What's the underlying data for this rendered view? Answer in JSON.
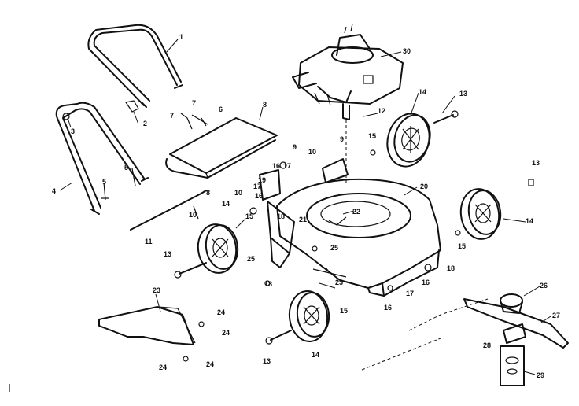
{
  "callouts": [
    {
      "id": "c1",
      "text": "1"
    },
    {
      "id": "c2",
      "text": "2"
    },
    {
      "id": "c3",
      "text": "3"
    },
    {
      "id": "c4",
      "text": "4"
    },
    {
      "id": "c5a",
      "text": "5"
    },
    {
      "id": "c5b",
      "text": "5"
    },
    {
      "id": "c6",
      "text": "6"
    },
    {
      "id": "c7a",
      "text": "7"
    },
    {
      "id": "c7b",
      "text": "7"
    },
    {
      "id": "c8a",
      "text": "8"
    },
    {
      "id": "c8b",
      "text": "8"
    },
    {
      "id": "c9a",
      "text": "9"
    },
    {
      "id": "c9b",
      "text": "9"
    },
    {
      "id": "c10a",
      "text": "10"
    },
    {
      "id": "c10b",
      "text": "10"
    },
    {
      "id": "c10c",
      "text": "10"
    },
    {
      "id": "c11",
      "text": "11"
    },
    {
      "id": "c12",
      "text": "12"
    },
    {
      "id": "c13a",
      "text": "13"
    },
    {
      "id": "c13b",
      "text": "13"
    },
    {
      "id": "c13c",
      "text": "13"
    },
    {
      "id": "c13d",
      "text": "13"
    },
    {
      "id": "c14a",
      "text": "14"
    },
    {
      "id": "c14b",
      "text": "14"
    },
    {
      "id": "c14c",
      "text": "14"
    },
    {
      "id": "c14d",
      "text": "14"
    },
    {
      "id": "c15a",
      "text": "15"
    },
    {
      "id": "c15b",
      "text": "15"
    },
    {
      "id": "c15c",
      "text": "15"
    },
    {
      "id": "c15d",
      "text": "15"
    },
    {
      "id": "c16a",
      "text": "16"
    },
    {
      "id": "c16b",
      "text": "16"
    },
    {
      "id": "c16c",
      "text": "16"
    },
    {
      "id": "c16d",
      "text": "16"
    },
    {
      "id": "c17a",
      "text": "17"
    },
    {
      "id": "c17b",
      "text": "17"
    },
    {
      "id": "c17c",
      "text": "17"
    },
    {
      "id": "c18a",
      "text": "18"
    },
    {
      "id": "c18b",
      "text": "18"
    },
    {
      "id": "c18c",
      "text": "18"
    },
    {
      "id": "c19",
      "text": "19"
    },
    {
      "id": "c20",
      "text": "20"
    },
    {
      "id": "c21",
      "text": "21"
    },
    {
      "id": "c22",
      "text": "22"
    },
    {
      "id": "c23",
      "text": "23"
    },
    {
      "id": "c24a",
      "text": "24"
    },
    {
      "id": "c24b",
      "text": "24"
    },
    {
      "id": "c24c",
      "text": "24"
    },
    {
      "id": "c24d",
      "text": "24"
    },
    {
      "id": "c25a",
      "text": "25"
    },
    {
      "id": "c25b",
      "text": "25"
    },
    {
      "id": "c25c",
      "text": "25"
    },
    {
      "id": "c26",
      "text": "26"
    },
    {
      "id": "c27",
      "text": "27"
    },
    {
      "id": "c28",
      "text": "28"
    },
    {
      "id": "c29",
      "text": "29"
    },
    {
      "id": "c30",
      "text": "30"
    }
  ]
}
